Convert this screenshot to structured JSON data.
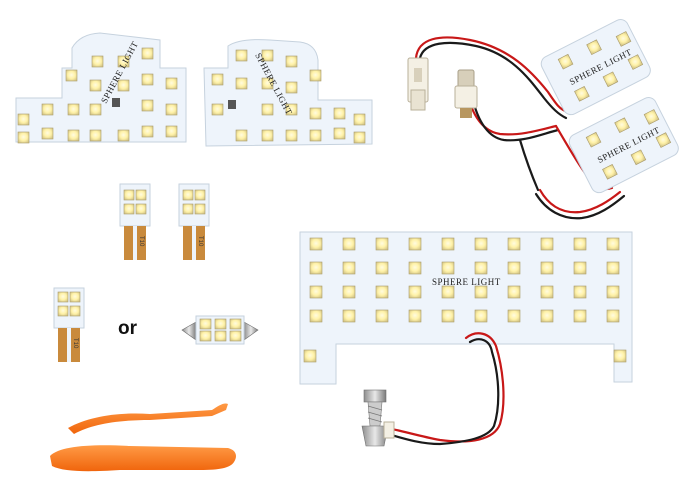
{
  "brand": "SPHERE LIGHT",
  "separator": "or",
  "t10_code": "T10",
  "colors": {
    "pcb": "#eef4fb",
    "pcb_edge": "#c6d2de",
    "led_body": "#f4f4ee",
    "led_glow": "#fff6b8",
    "copper": "#c98a3c",
    "wire_red": "#c81818",
    "wire_black": "#1a1a1a",
    "tool": "#ff7a1e"
  },
  "icons": [
    "led-panel",
    "t10-wedge-bulb",
    "festoon-bulb",
    "wiring-harness",
    "pry-tool"
  ]
}
